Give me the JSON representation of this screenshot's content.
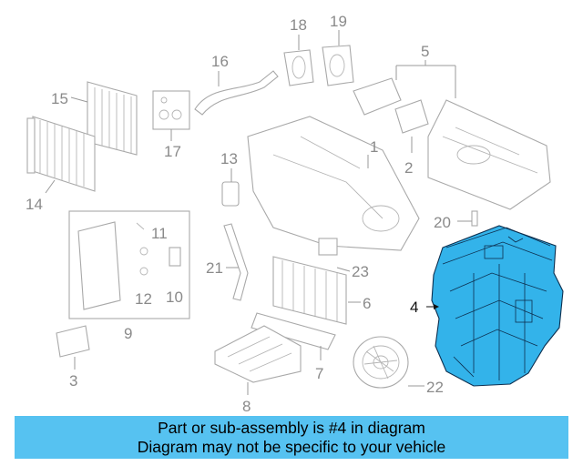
{
  "diagram": {
    "highlighted_part": "4",
    "highlight_color": "#33b3ea",
    "callouts": {
      "c1": "1",
      "c2": "2",
      "c3": "3",
      "c4": "4",
      "c5": "5",
      "c6": "6",
      "c7": "7",
      "c8": "8",
      "c9": "9",
      "c10": "10",
      "c11": "11",
      "c12": "12",
      "c13": "13",
      "c14": "14",
      "c15": "15",
      "c16": "16",
      "c17": "17",
      "c18": "18",
      "c19": "19",
      "c20": "20",
      "c21": "21",
      "c22": "22",
      "c23": "23"
    }
  },
  "banner": {
    "background": "#56c2f1",
    "line1": "Part or sub-assembly is #4 in diagram",
    "line2": "Diagram may not be specific to your vehicle"
  }
}
